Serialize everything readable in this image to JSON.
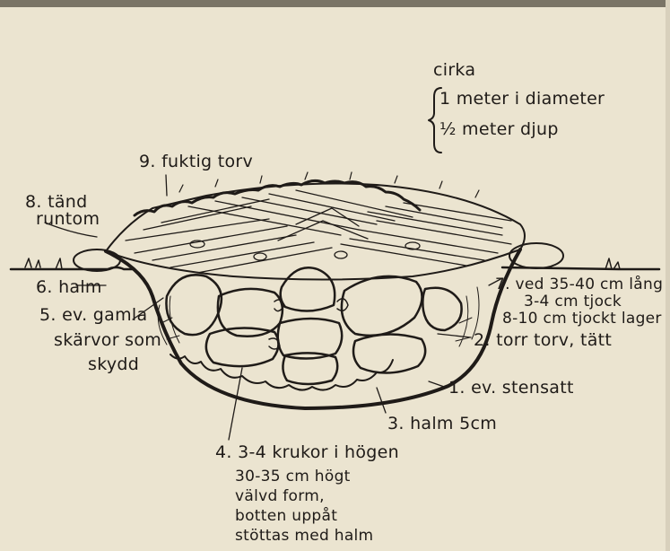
{
  "diagram": {
    "dimensions": {
      "heading": "cirka",
      "lines": [
        "1 meter i diameter",
        "½ meter djup"
      ]
    },
    "labels": {
      "l1": "1. ev. stensatt",
      "l2": "2. torr torv, tätt",
      "l3": "3. halm   5cm",
      "l4": [
        "4. 3-4 krukor i högen",
        "30-35 cm högt",
        "välvd form,",
        "botten uppåt",
        "stöttas med halm"
      ],
      "l5": [
        "5. ev. gamla",
        "skärvor som",
        "skydd"
      ],
      "l6": "6. halm",
      "l7": [
        "7. ved 35-40 cm lång",
        "3-4 cm tjock",
        "8-10 cm tjockt lager"
      ],
      "l8": [
        "8. tänd",
        "runtom"
      ],
      "l9": "9. fuktig torv"
    }
  },
  "colors": {
    "paper": "#ebe4d0",
    "ink": "#1f1b18",
    "topband": "#7a7466"
  }
}
